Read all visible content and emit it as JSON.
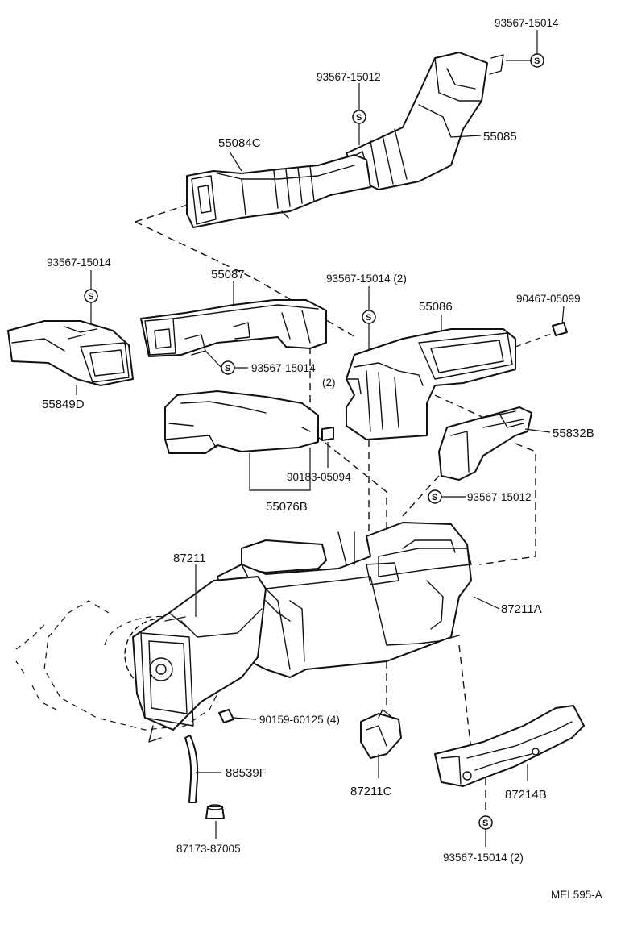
{
  "labels": {
    "p93567_15014_top": "93567-15014",
    "p93567_15012_top": "93567-15012",
    "p55084C": "55084C",
    "p55085": "55085",
    "p93567_15014_left": "93567-15014",
    "p55087": "55087",
    "p93567_15014_2_mid": "93567-15014 (2)",
    "p55086": "55086",
    "p90467_05099": "90467-05099",
    "p93567_15014_duct": "93567-15014",
    "p93567_15014_duct_qty": "(2)",
    "p55849D": "55849D",
    "p55832B": "55832B",
    "p90183_05094": "90183-05094",
    "p93567_15012_right": "93567-15012",
    "p55076B": "55076B",
    "p87211": "87211",
    "p87211A": "87211A",
    "p90159_60125": "90159-60125 (4)",
    "p88539F": "88539F",
    "p87211C": "87211C",
    "p87214B": "87214B",
    "p87173_87005": "87173-87005",
    "p93567_15014_2_bottom": "93567-15014 (2)",
    "diagram_code": "MEL595-A"
  },
  "symbols": {
    "screw_mark": "S"
  },
  "colors": {
    "ink": "#111111",
    "paper": "#ffffff"
  }
}
